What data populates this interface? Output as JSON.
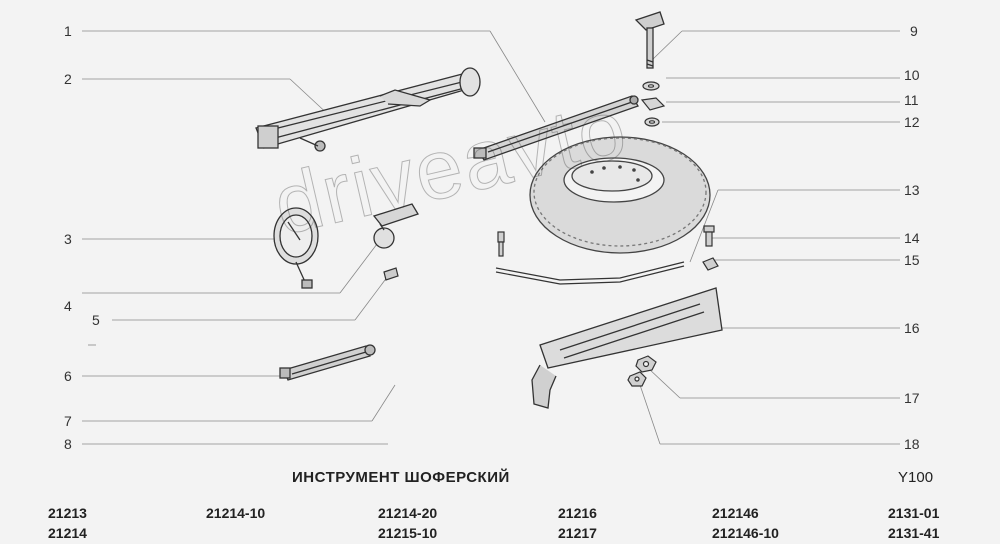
{
  "callouts": [
    "1",
    "2",
    "3",
    "4",
    "5",
    "6",
    "7",
    "8",
    "9",
    "10",
    "11",
    "12",
    "13",
    "14",
    "15",
    "16",
    "17",
    "18"
  ],
  "title": "ИНСТРУМЕНТ ШОФЕРСКИЙ",
  "page_code": "Y100",
  "models": {
    "col1": [
      "21213",
      "21214"
    ],
    "col2": [
      "21214-10"
    ],
    "col3": [
      "21214-20",
      "21215-10"
    ],
    "col4": [
      "21216",
      "21217"
    ],
    "col5": [
      "212146",
      "212146-10"
    ],
    "col6": [
      "2131-01",
      "2131-41"
    ]
  },
  "watermark": "driveavto"
}
